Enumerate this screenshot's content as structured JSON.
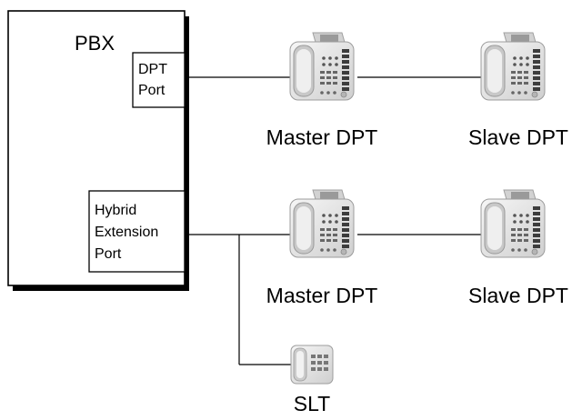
{
  "pbx": {
    "title": "PBX",
    "dpt_port": {
      "line1": "DPT",
      "line2": "Port"
    },
    "hybrid_port": {
      "line1": "Hybrid",
      "line2": "Extension",
      "line3": "Port"
    }
  },
  "devices": {
    "master_dpt_top": "Master DPT",
    "slave_dpt_top": "Slave DPT",
    "master_dpt_bottom": "Master DPT",
    "slave_dpt_bottom": "Slave DPT",
    "slt": "SLT"
  },
  "colors": {
    "line": "#000000",
    "phone_body": "#e4e4e4",
    "phone_dark": "#8e8e8e",
    "phone_shadow": "#bcbcbc",
    "background": "#ffffff"
  },
  "icons": {
    "dpt": "desk-phone-icon",
    "slt": "single-line-telephone-icon"
  }
}
